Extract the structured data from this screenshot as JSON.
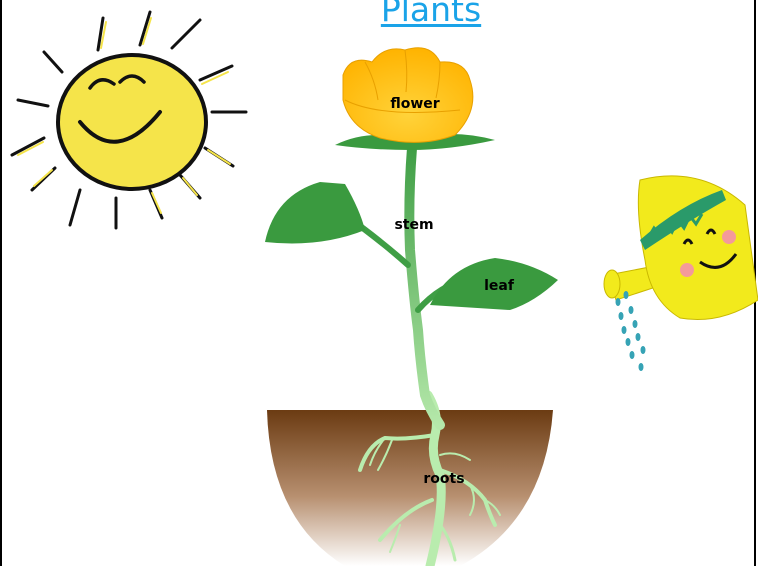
{
  "title": "Plants",
  "labels": {
    "flower": "flower",
    "stem": "stem",
    "leaf": "leaf",
    "roots": "roots"
  },
  "colors": {
    "title": "#1aa3e8",
    "sun": "#f5e44a",
    "leaf": "#3a9a3f",
    "stem_upper": "#3f9e45",
    "stem_lower": "#a6e0a0",
    "petal": "#ffc21a",
    "soil_top": "#6b3b12",
    "water_can": "#f2ea1c",
    "water_drops": "#36a3b5"
  },
  "icons": [
    "sun-icon",
    "watering-can-icon",
    "plant-icon"
  ]
}
